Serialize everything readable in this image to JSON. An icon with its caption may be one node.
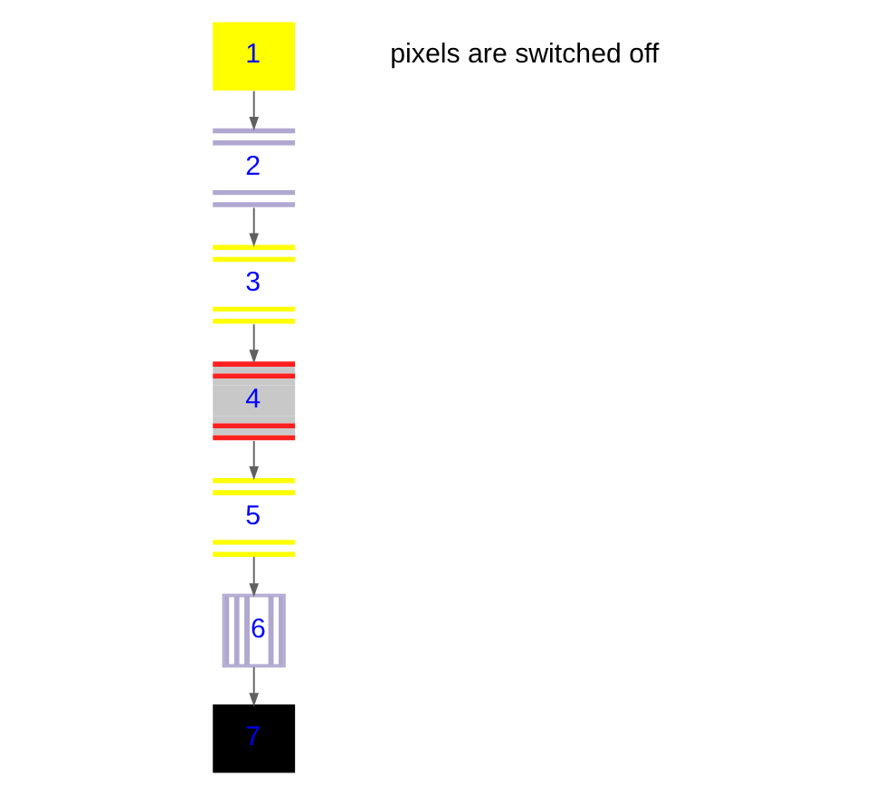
{
  "diagram": {
    "nodes": [
      {
        "text": [
          "1"
        ]
      },
      {
        "text": [
          "2"
        ]
      },
      {
        "text": [
          "3"
        ]
      },
      {
        "text": [
          "4"
        ]
      },
      {
        "text": [
          "5"
        ]
      },
      {
        "text": [
          "6"
        ]
      },
      {
        "text": [
          "7"
        ]
      }
    ],
    "edges": [
      {
        "from": 0,
        "to": 1,
        "arrow": "to"
      },
      {
        "from": 1,
        "to": 2,
        "arrow": "to"
      },
      {
        "from": 2,
        "to": 3,
        "arrow": "to"
      },
      {
        "from": 3,
        "to": 4,
        "arrow": "to"
      },
      {
        "from": 4,
        "to": 5,
        "arrow": "to"
      },
      {
        "from": 5,
        "to": 6,
        "arrow": "to"
      }
    ],
    "labels": [
      "pixels are switched off"
    ]
  }
}
